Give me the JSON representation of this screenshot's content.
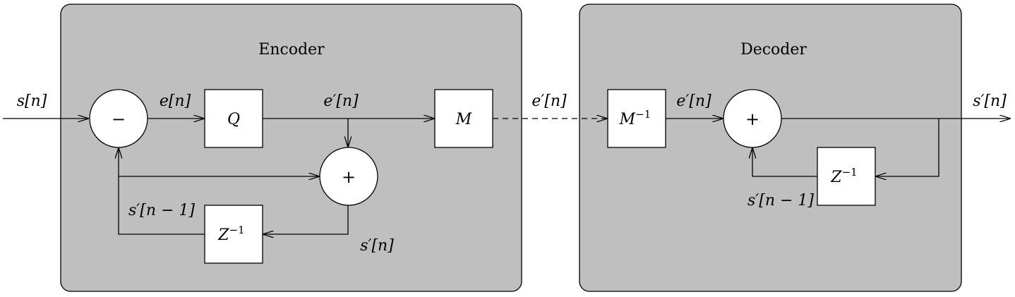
{
  "encoder": {
    "title": "Encoder",
    "subtract_symbol": "−",
    "quantizer_label": "Q",
    "adder_symbol": "+",
    "delay_label": "Z",
    "delay_exponent": "−1",
    "mapper_label": "M"
  },
  "decoder": {
    "title": "Decoder",
    "inverse_mapper_label": "M",
    "inverse_mapper_exponent": "−1",
    "adder_symbol": "+",
    "delay_label": "Z",
    "delay_exponent": "−1"
  },
  "signals": {
    "input": "s[n]",
    "error": "e[n]",
    "quantized_error_encoder": "e′[n]",
    "channel": "e′[n]",
    "quantized_error_decoder": "e′[n]",
    "reconstructed_encoder": "s′[n]",
    "prediction_encoder": "s′[n − 1]",
    "output": "s′[n]",
    "prediction_decoder": "s′[n − 1]"
  }
}
